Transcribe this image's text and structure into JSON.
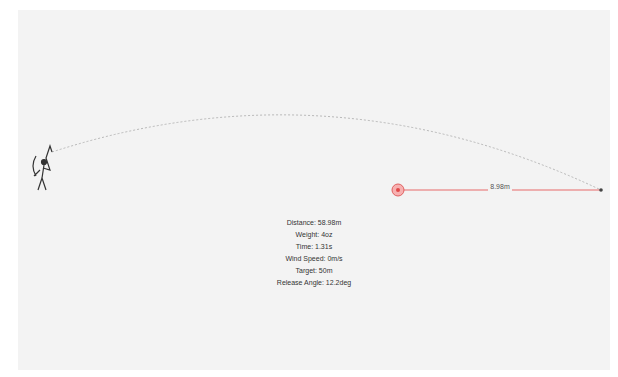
{
  "diagram": {
    "labels": [
      "Distance: 58.98m",
      "Weight: 4oz",
      "Time: 1.31s",
      "Wind Speed: 0m/s",
      "Target: 50m",
      "Release Angle: 12.2deg",
      "8.98m"
    ]
  }
}
